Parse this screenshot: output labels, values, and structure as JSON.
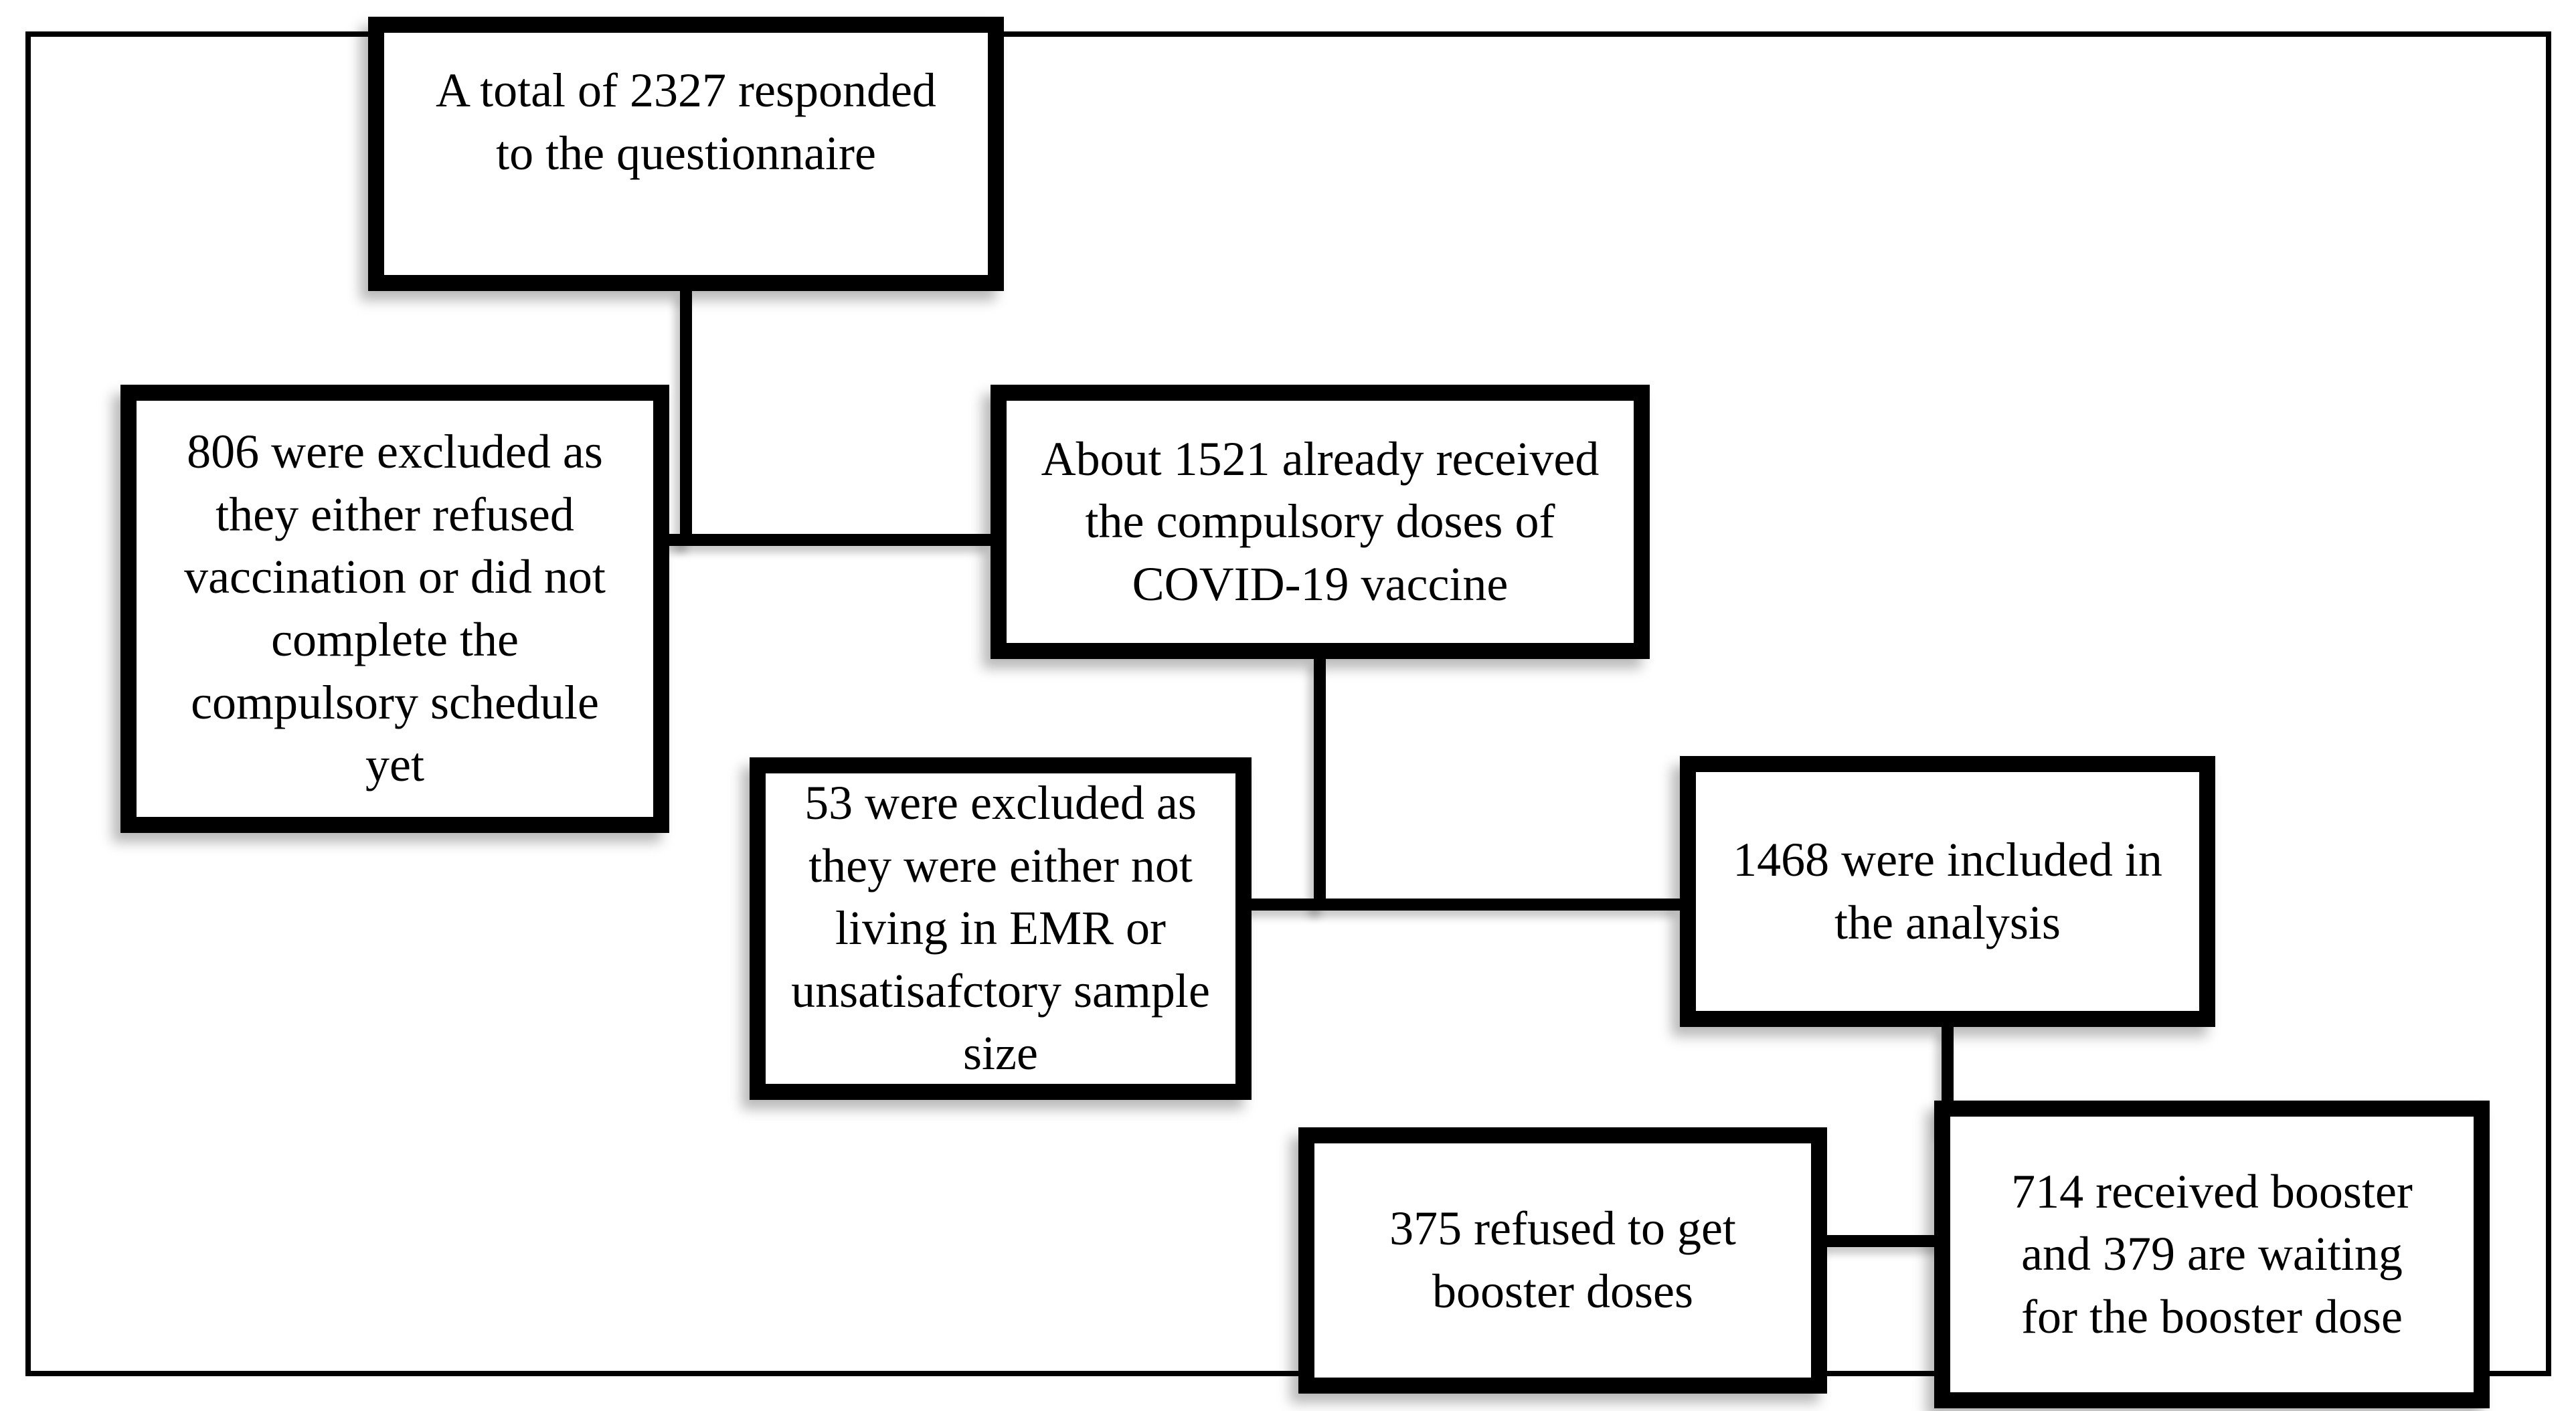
{
  "figure": {
    "background_color": "#ffffff",
    "line_color": "#000000",
    "text_color": "#000000",
    "nodes": {
      "responded": {
        "text": "A total of 2327 responded\nto the questionnaire"
      },
      "excluded806": {
        "text": "806 were excluded as\nthey either refused\nvaccination or did not\ncomplete the\ncompulsory schedule\nyet"
      },
      "received1521": {
        "text": "About 1521 already received\nthe compulsory doses of\nCOVID-19 vaccine"
      },
      "excluded53": {
        "text": "53 were excluded as\nthey were either not\nliving in EMR or\nunsatisafctory sample\nsize"
      },
      "included1468": {
        "text": "1468 were included in\nthe analysis"
      },
      "refused375": {
        "text": "375 refused to get\nbooster doses"
      },
      "booster714": {
        "text": "714 received booster\nand 379 are waiting\nfor the booster dose"
      }
    }
  }
}
